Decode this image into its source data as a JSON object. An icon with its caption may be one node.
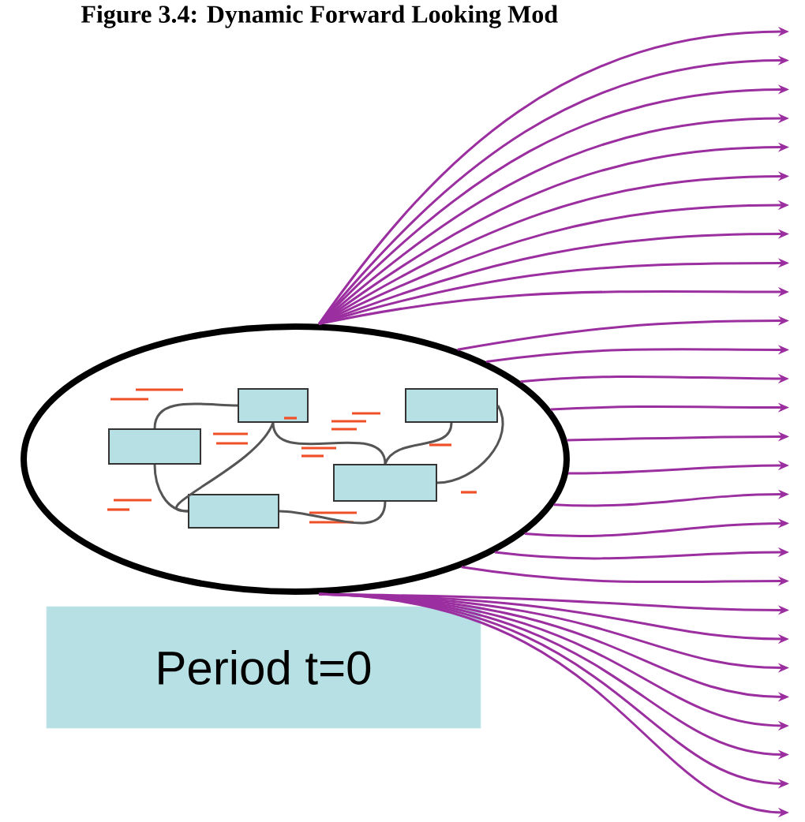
{
  "diagram": {
    "title": "Figure 3.4: Dynamic Forward Looking Mod",
    "nodes": [
      {
        "text": [],
        "shape": "ellipse"
      },
      {
        "text": [],
        "shape": "box",
        "in": 0
      },
      {
        "text": [],
        "shape": "box",
        "in": 0
      },
      {
        "text": [],
        "shape": "box",
        "in": 0
      },
      {
        "text": [],
        "shape": "box",
        "in": 0
      },
      {
        "text": [],
        "shape": "box",
        "in": 0
      },
      {
        "text": [
          "Period t=0"
        ]
      }
    ],
    "edges": [
      {
        "from": 2,
        "to": 1,
        "arrow": "none",
        "color": "#555555"
      },
      {
        "from": 2,
        "to": 4,
        "arrow": "none",
        "color": "#555555"
      },
      {
        "from": 2,
        "to": 5,
        "arrow": "none",
        "color": "#555555"
      },
      {
        "from": 3,
        "to": 4,
        "arrow": "none",
        "color": "#555555"
      },
      {
        "from": 3,
        "to": 4,
        "arrow": "none",
        "color": "#555555"
      },
      {
        "from": 1,
        "to": 5,
        "arrow": "none",
        "color": "#555555"
      },
      {
        "from": 5,
        "to": 4,
        "arrow": "none",
        "color": "#555555"
      },
      {
        "from": 0,
        "to": null,
        "arrow": "to"
      },
      {
        "from": 0,
        "to": null,
        "arrow": "to"
      },
      {
        "from": 0,
        "to": null,
        "arrow": "to"
      },
      {
        "from": 0,
        "to": null,
        "arrow": "to"
      },
      {
        "from": 0,
        "to": null,
        "arrow": "to"
      },
      {
        "from": 0,
        "to": null,
        "arrow": "to"
      },
      {
        "from": 0,
        "to": null,
        "arrow": "to"
      },
      {
        "from": 0,
        "to": null,
        "arrow": "to"
      },
      {
        "from": 0,
        "to": null,
        "arrow": "to"
      },
      {
        "from": 0,
        "to": null,
        "arrow": "to"
      },
      {
        "from": 0,
        "to": null,
        "arrow": "to"
      },
      {
        "from": 0,
        "to": null,
        "arrow": "to"
      },
      {
        "from": 0,
        "to": null,
        "arrow": "to"
      },
      {
        "from": 0,
        "to": null,
        "arrow": "to"
      },
      {
        "from": 0,
        "to": null,
        "arrow": "to"
      },
      {
        "from": 0,
        "to": null,
        "arrow": "to"
      },
      {
        "from": 0,
        "to": null,
        "arrow": "to"
      },
      {
        "from": 0,
        "to": null,
        "arrow": "to"
      },
      {
        "from": 0,
        "to": null,
        "arrow": "to"
      },
      {
        "from": 0,
        "to": null,
        "arrow": "to"
      },
      {
        "from": 0,
        "to": null,
        "arrow": "to"
      },
      {
        "from": 0,
        "to": null,
        "arrow": "to"
      },
      {
        "from": 0,
        "to": null,
        "arrow": "to"
      },
      {
        "from": 0,
        "to": null,
        "arrow": "to"
      },
      {
        "from": 0,
        "to": null,
        "arrow": "to"
      },
      {
        "from": 0,
        "to": null,
        "arrow": "to"
      },
      {
        "from": 0,
        "to": null,
        "arrow": "to"
      },
      {
        "from": 0,
        "to": null,
        "arrow": "to"
      }
    ]
  }
}
